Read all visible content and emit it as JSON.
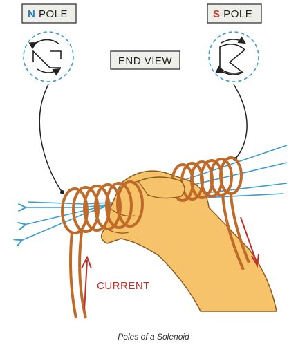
{
  "labels": {
    "n_pole_letter": "N",
    "n_pole_rest": " POLE",
    "s_pole_letter": "S",
    "s_pole_rest": " POLE",
    "end_view": "END VIEW",
    "current": "CURRENT"
  },
  "caption": "Poles of a Solenoid",
  "colors": {
    "n_pole": "#2a7fc0",
    "s_pole": "#d03a2c",
    "field_lines": "#3a9fd0",
    "coil": "#c06a2a",
    "current_arrow": "#c0302a",
    "hand": "#f6c36a",
    "label_box": "#efefea"
  }
}
